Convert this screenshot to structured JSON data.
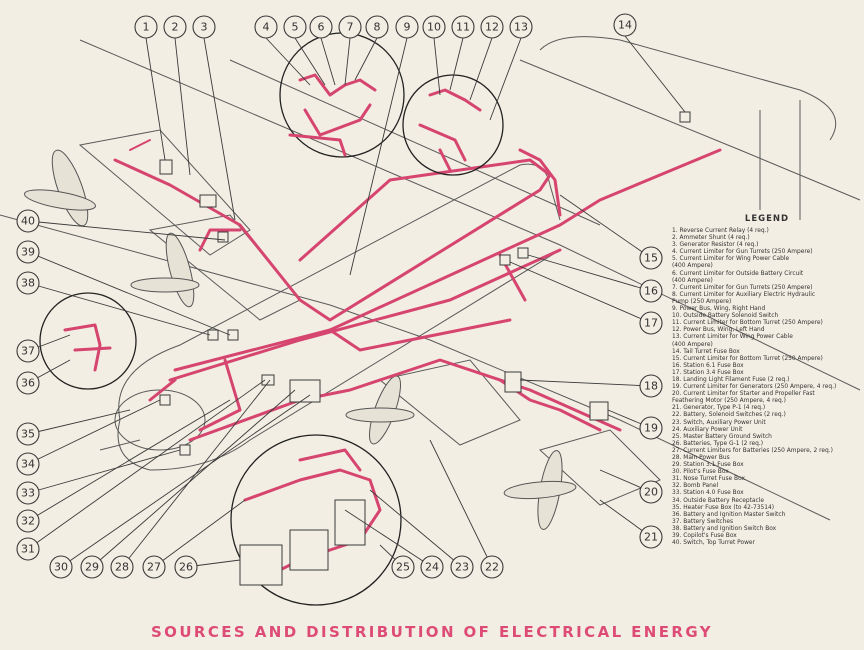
{
  "title": "SOURCES AND DISTRIBUTION OF ELECTRICAL ENERGY",
  "legend_title": "LEGEND",
  "legend_items": [
    "1.  Reverse Current Relay (4 req.)",
    "2.  Ammeter Shunt (4 req.)",
    "3.  Generator Resistor (4 req.)",
    "4.  Current Limiter for Gun Turrets (250 Ampere)",
    "5.  Current Limiter for Wing Power Cable",
    "     (400 Ampere)",
    "6.  Current Limiter for Outside Battery Circuit",
    "     (400 Ampere)",
    "7.  Current Limiter for Gun Turrets (250 Ampere)",
    "8.  Current Limiter for Auxiliary Electric Hydraulic",
    "     Pump (250 Ampere)",
    "9.  Power Bus, Wing, Right Hand",
    "10. Outside Battery Solenoid Switch",
    "11. Current Limiter for Bottom Turret (250 Ampere)",
    "12. Power Bus, Wing, Left Hand",
    "13. Current Limiter for Wing Power Cable",
    "     (400 Ampere)",
    "14. Tail Turret Fuse Box",
    "15. Current Limiter for Bottom Turret (250 Ampere)",
    "16. Station 6.1 Fuse Box",
    "17. Station 3.4 Fuse Box",
    "18. Landing Light Filament Fuse (2 req.)",
    "19. Current Limiter for Generators (250 Ampere, 4 req.)",
    "20. Current Limiter for Starter and Propeller Fast",
    "     Feathering Motor (250 Ampere, 4 req.)",
    "21. Generator, Type P-1 (4 req.)",
    "22. Battery, Solenoid Switches (2 req.)",
    "23. Switch, Auxiliary Power Unit",
    "24. Auxiliary Power Unit",
    "25. Master Battery Ground Switch",
    "26. Batteries, Type G-1 (2 req.)",
    "27. Current Limiters for Batteries (250 Ampere, 2 req.)",
    "28. Main Power Bus",
    "29. Station 3.1 Fuse Box",
    "30. Pilot's Fuse Box",
    "31. Nose Turret Fuse Box",
    "32. Bomb Panel",
    "33. Station 4.0 Fuse Box",
    "34. Outside Battery Receptacle",
    "35. Heater Fuse Box (to 42-73514)",
    "36. Battery and Ignition Master Switch",
    "37. Battery Switches",
    "38. Battery and Ignition Switch Box",
    "39. Copilot's Fuse Box",
    "40. Switch, Top Turret Power"
  ],
  "callouts": [
    "1",
    "2",
    "3",
    "4",
    "5",
    "6",
    "7",
    "8",
    "9",
    "10",
    "11",
    "12",
    "13",
    "14",
    "15",
    "16",
    "17",
    "18",
    "19",
    "20",
    "21",
    "22",
    "23",
    "24",
    "25",
    "26",
    "27",
    "28",
    "29",
    "30",
    "31",
    "32",
    "33",
    "34",
    "35",
    "36",
    "37",
    "38",
    "39",
    "40"
  ],
  "colors": {
    "wire": "#d6456f",
    "title": "#dd4c76",
    "paper": "#f3eee3",
    "ink": "#333333"
  }
}
